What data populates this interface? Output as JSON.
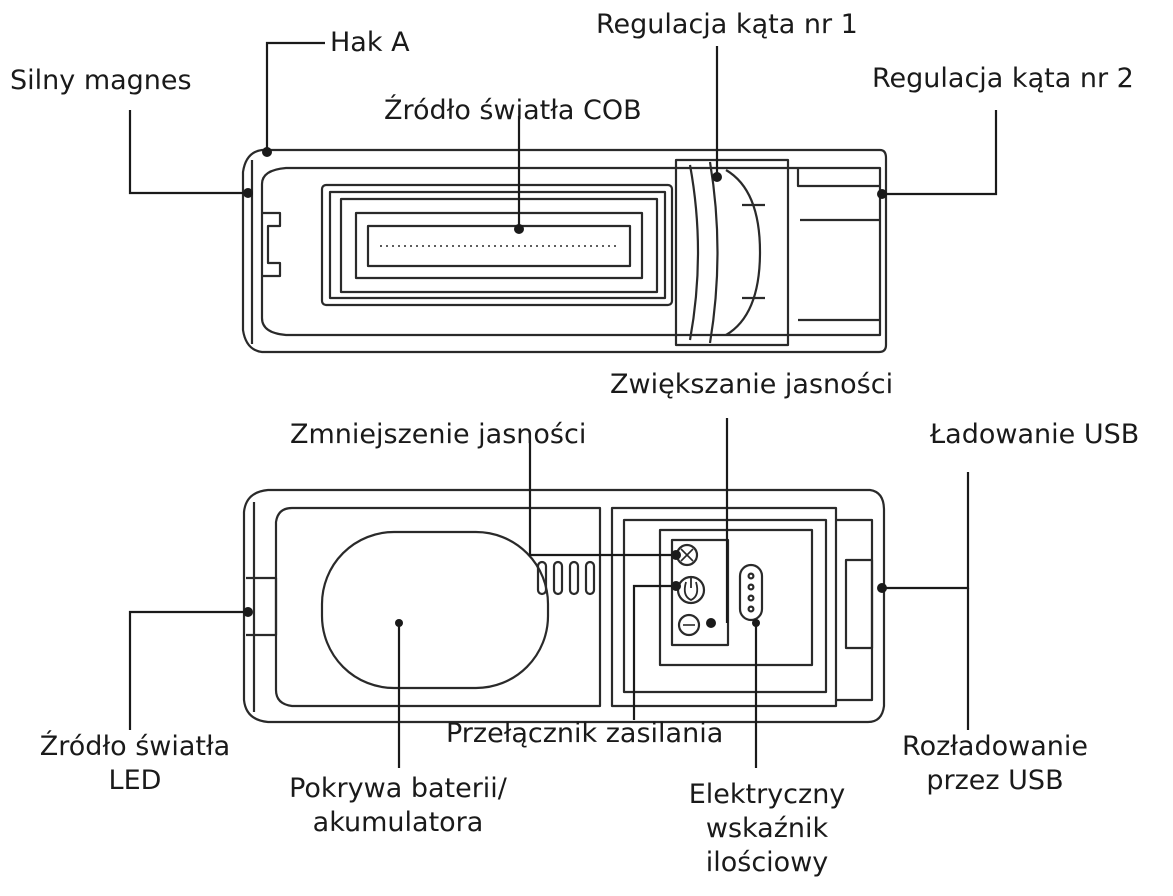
{
  "labels": {
    "hook_a": "Hak A",
    "strong_magnet": "Silny magnes",
    "cob_light": "Źródło światła COB",
    "angle_adjust_1": "Regulacja kąta nr 1",
    "angle_adjust_2": "Regulacja kąta nr 2",
    "brightness_up": "Zwiększanie jasności",
    "brightness_down": "Zmniejszenie jasności",
    "usb_charging": "Ładowanie USB",
    "led_light_line1": "Źródło światła",
    "led_light_line2": "LED",
    "power_switch": "Przełącznik zasilania",
    "usb_discharge_line1": "Rozładowanie",
    "usb_discharge_line2": "przez USB",
    "battery_cover_line1": "Pokrywa baterii/",
    "battery_cover_line2": "akumulatora",
    "indicator_line1": "Elektryczny",
    "indicator_line2": "wskaźnik",
    "indicator_line3": "ilościowy"
  },
  "colors": {
    "line": "#1a1a1a",
    "outline": "#2a2a2a",
    "text": "#1a1a1a"
  }
}
